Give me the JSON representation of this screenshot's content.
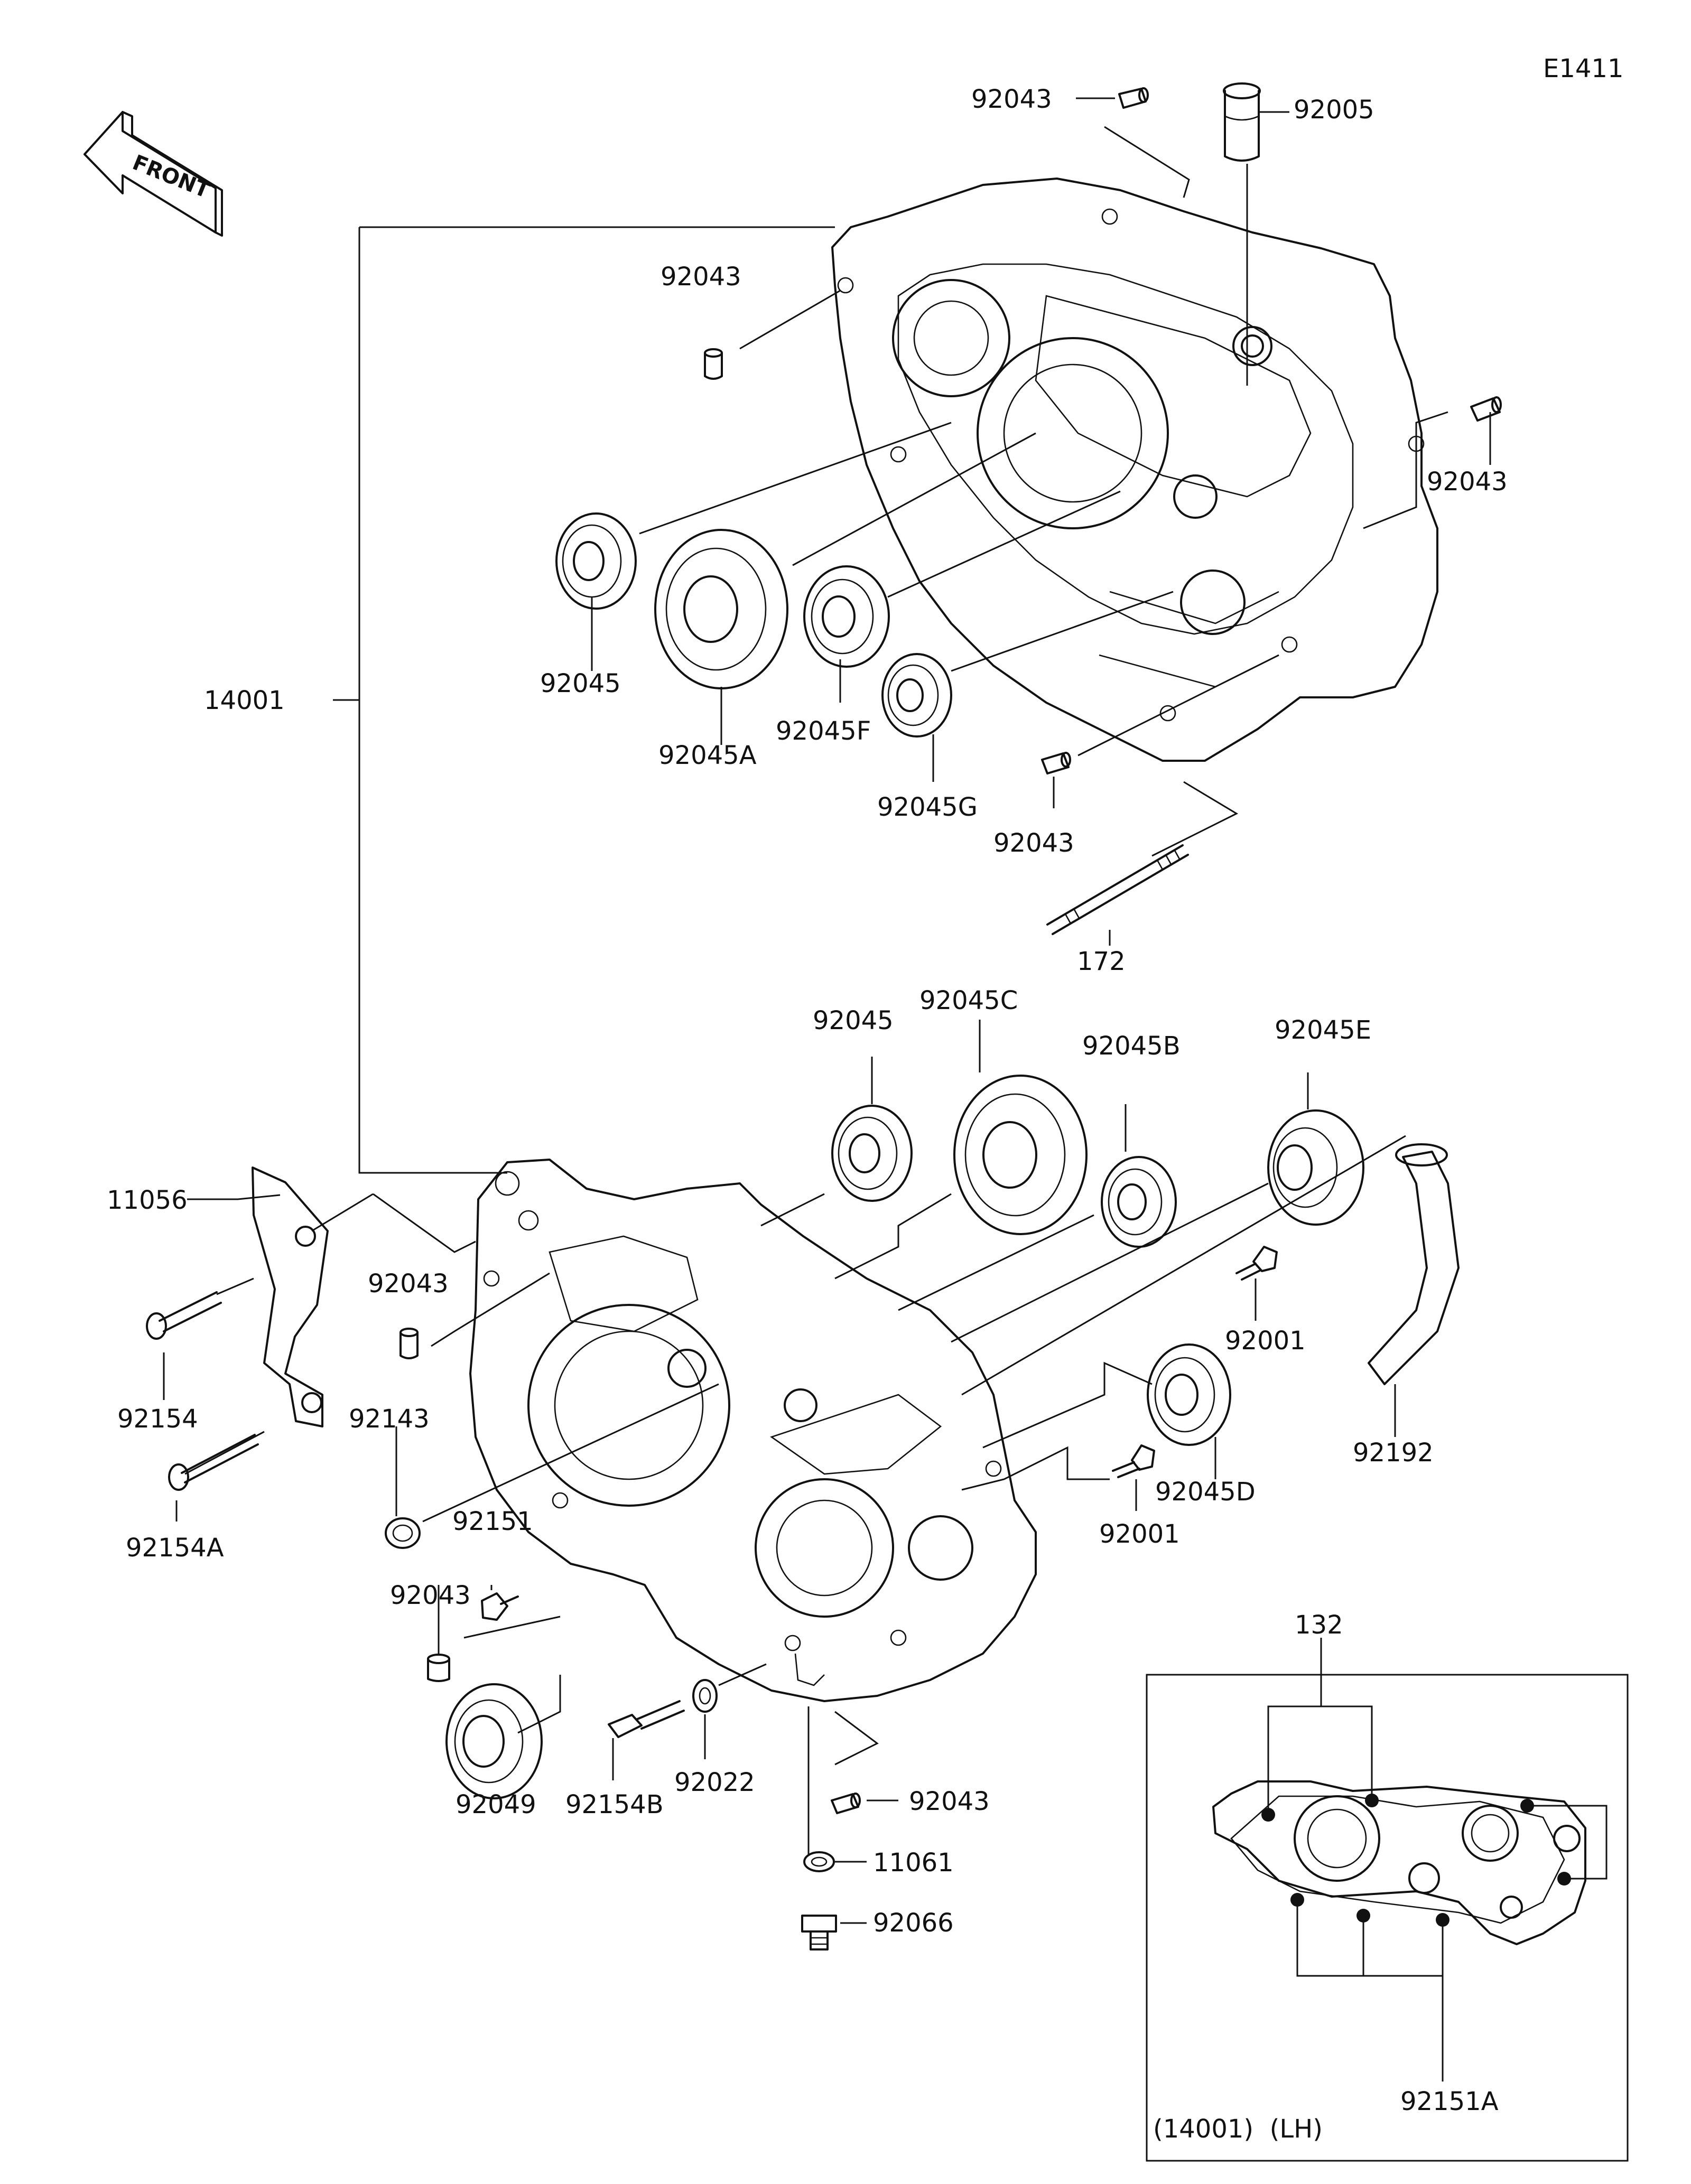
{
  "diagram_code": "E1411",
  "front_arrow_text": "FRONT",
  "inset_caption": "(14001)  (LH)",
  "callouts": {
    "c92043_top": "92043",
    "c92005": "92005",
    "c92043_upper_left": "92043",
    "c92043_right": "92043",
    "c14001": "14001",
    "c92045_upper": "92045",
    "c92045A": "92045A",
    "c92045F": "92045F",
    "c92045G": "92045G",
    "c92043_mid": "92043",
    "c172": "172",
    "c92045_lower": "92045",
    "c92045C": "92045C",
    "c92045B": "92045B",
    "c92045E": "92045E",
    "c11056": "11056",
    "c92043_lower_left": "92043",
    "c92001_upper": "92001",
    "c92154": "92154",
    "c92143": "92143",
    "c92192": "92192",
    "c92045D": "92045D",
    "c92154A": "92154A",
    "c92151": "92151",
    "c92001_lower": "92001",
    "c92043_lower": "92043",
    "c132": "132",
    "c92049": "92049",
    "c92154B": "92154B",
    "c92022": "92022",
    "c92043_bottom": "92043",
    "c11061": "11061",
    "c92066": "92066",
    "c92151A": "92151A"
  }
}
